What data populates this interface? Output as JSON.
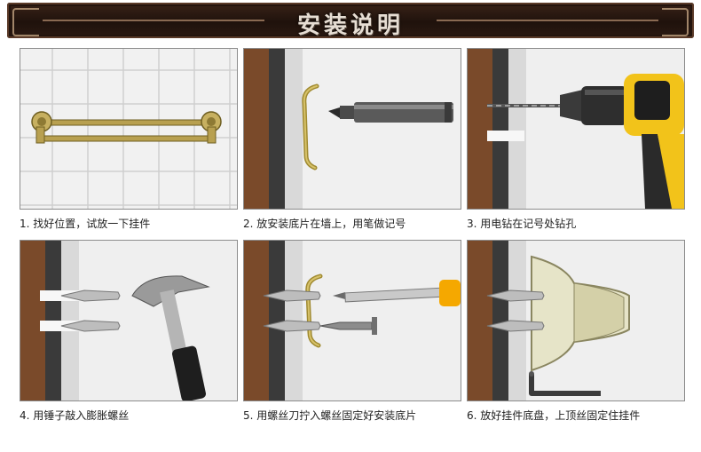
{
  "header": {
    "title": "安装说明"
  },
  "steps": [
    {
      "caption": "1. 找好位置，试放一下挂件"
    },
    {
      "caption": "2. 放安装底片在墙上，用笔做记号"
    },
    {
      "caption": "3. 用电钻在记号处钻孔"
    },
    {
      "caption": "4. 用锤子敲入膨胀螺丝"
    },
    {
      "caption": "5. 用螺丝刀拧入螺丝固定好安装底片"
    },
    {
      "caption": "6. 放好挂件底盘，上顶丝固定住挂件"
    }
  ],
  "colors": {
    "banner": "#2a1810",
    "title_text": "#e6ddd3",
    "wood": "#7a4a2a",
    "wall_dark": "#3a3a3a",
    "brass": "#b8a050",
    "drill_yellow": "#f2c31a",
    "handle_orange": "#f5a800"
  }
}
